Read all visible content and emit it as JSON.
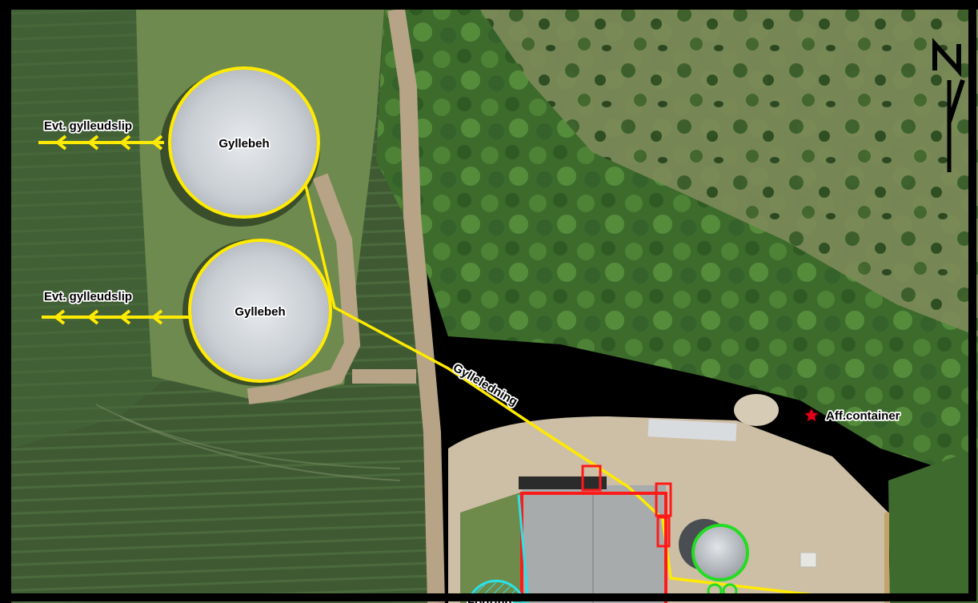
{
  "map": {
    "labels": {
      "slurry_outlet_top": "Evt. gylleudslip",
      "slurry_outlet_bottom": "Evt. gylleudslip",
      "tank_top": "Gyllebeh",
      "tank_bottom": "Gyllebeh",
      "pipeline": "Gylleledning",
      "waste_container": "Aff.container",
      "cut_off_label": "Fodring"
    },
    "north_arrow": {
      "letter": "N"
    },
    "colors": {
      "slurry_features": "#ffea00",
      "buildings": "#ff1a1a",
      "silos": "#22dd22",
      "feed_area": "#29e3e8",
      "waste_marker": "#e0001b"
    },
    "icons": {
      "north_arrow": "north-arrow-icon",
      "waste_marker": "red-star-icon"
    }
  }
}
